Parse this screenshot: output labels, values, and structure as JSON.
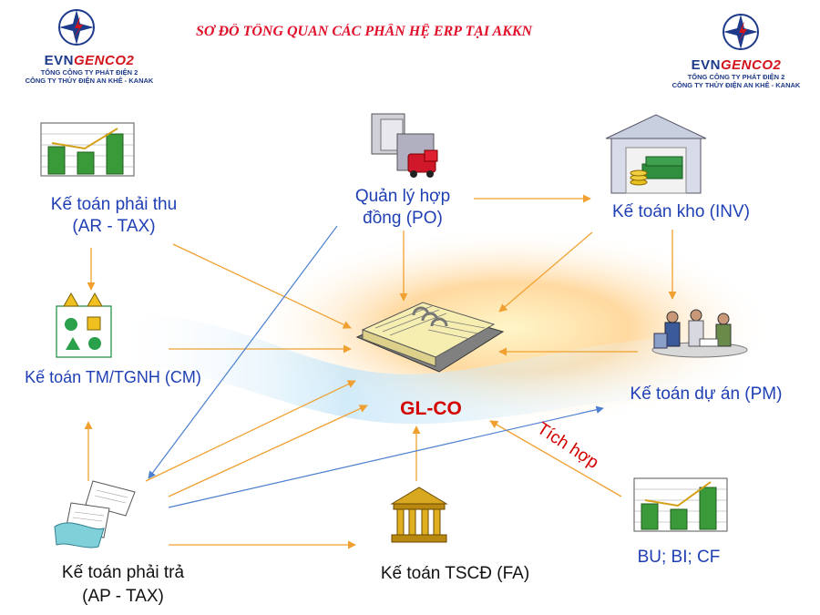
{
  "title": "SƠ ĐỒ TỔNG QUAN CÁC PHÂN HỆ ERP TẠI AKKN",
  "logo_left": {
    "brand_a": "EVN",
    "brand_b": "GENCO2",
    "line1": "TỔNG CÔNG TY PHÁT ĐIỆN 2",
    "line2": "CÔNG TY THỦY ĐIỆN AN KHÊ - KANAK"
  },
  "logo_right": {
    "brand_a": "EVN",
    "brand_b": "GENCO2",
    "line1": "TỔNG CÔNG TY PHÁT ĐIỆN 2",
    "line2": "CÔNG TY THỦY ĐIỆN AN KHÊ - KANAK"
  },
  "nodes": {
    "ar": {
      "line1": "Kế toán phải thu",
      "line2": "(AR - TAX)"
    },
    "po": {
      "line1": "Quản lý hợp",
      "line2": "đồng (PO)"
    },
    "inv": {
      "line1": "Kế toán kho (INV)"
    },
    "cm": {
      "line1": "Kế toán TM/TGNH (CM)"
    },
    "gl": {
      "line1": "GL-CO"
    },
    "pm": {
      "line1": "Kế toán dự án (PM)"
    },
    "ap": {
      "line1": "Kế toán phải trả",
      "line2": "(AP - TAX)"
    },
    "fa": {
      "line1": "Kế toán TSCĐ (FA)"
    },
    "bu": {
      "line1": "BU; BI; CF"
    }
  },
  "integration_label": "Tích hợp",
  "colors": {
    "title": "#e0102a",
    "node_label": "#1f3fb4",
    "arrow": "#f0a030",
    "line_blue": "#4a7fd0",
    "brand_blue": "#1e3a8a",
    "brand_red": "#d3141b"
  }
}
